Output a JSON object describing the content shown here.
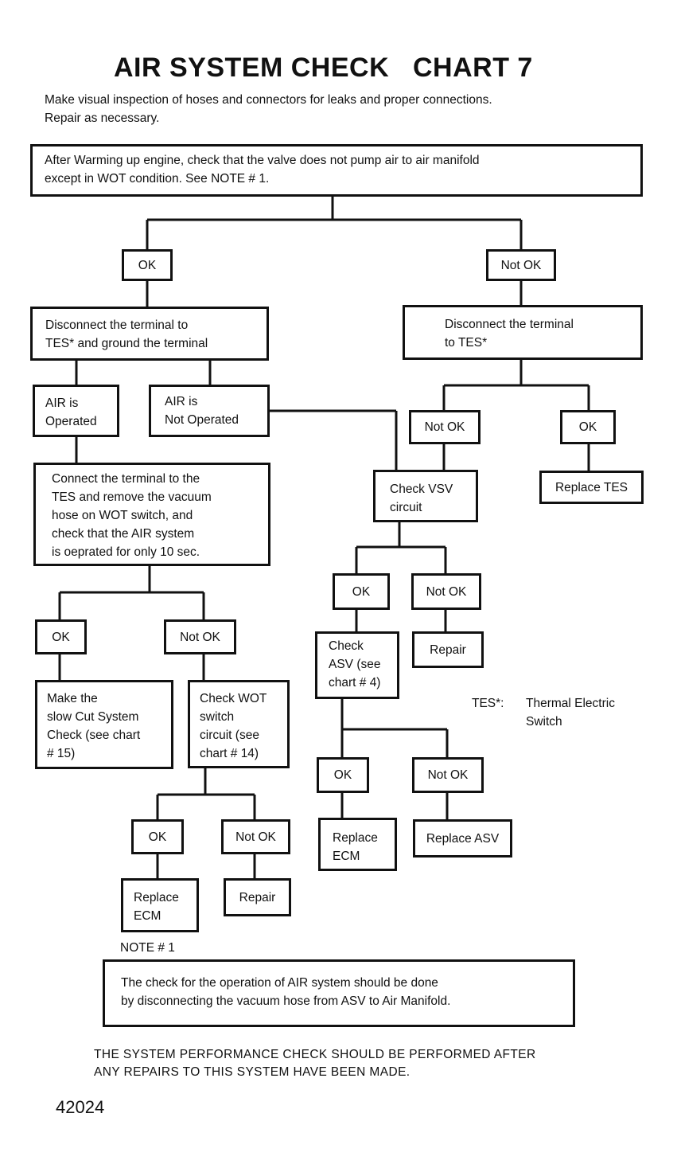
{
  "title": "AIR SYSTEM CHECK   CHART 7",
  "intro": "Make visual inspection of hoses and connectors for leaks and proper connections.\nRepair as necessary.",
  "nodes": {
    "start": "After Warming up engine, check that the valve does not pump air to air manifold\nexcept in WOT condition. See NOTE # 1.",
    "ok_top": "OK",
    "notok_top": "Not OK",
    "disc_ground": "Disconnect the terminal to\nTES* and ground the terminal",
    "disc_right": "Disconnect the terminal\nto TES*",
    "air_operated": "AIR is\nOperated",
    "air_not_operated": "AIR is\nNot Operated",
    "notok_tes": "Not OK",
    "ok_tes": "OK",
    "replace_tes": "Replace TES",
    "connect_tes": "Connect the terminal to the\nTES and remove the vacuum\nhose on WOT switch, and\ncheck that the AIR system\nis oeprated for only 10 sec.",
    "check_vsv": "Check VSV\ncircuit",
    "ok_vsv": "OK",
    "notok_vsv": "Not OK",
    "check_asv": "Check\nASV (see\nchart # 4)",
    "repair_vsv": "Repair",
    "ok_connect": "OK",
    "notok_connect": "Not OK",
    "slow_cut": "Make the\nslow Cut System\nCheck (see chart\n# 15)",
    "check_wot": "Check WOT\nswitch\ncircuit (see\nchart # 14)",
    "ok_asv": "OK",
    "notok_asv": "Not OK",
    "replace_ecm_asv": "Replace\nECM",
    "replace_asv": "Replace ASV",
    "ok_wot": "OK",
    "notok_wot": "Not OK",
    "replace_ecm_wot": "Replace\nECM",
    "repair_wot": "Repair"
  },
  "legend": {
    "term": "TES*:",
    "definition": "Thermal  Electric\nSwitch"
  },
  "note": {
    "heading": "NOTE # 1",
    "text": "The check for the operation of AIR system should be done\nby disconnecting the vacuum hose from ASV to Air Manifold."
  },
  "footer": "THE SYSTEM PERFORMANCE CHECK SHOULD BE PERFORMED AFTER\nANY REPAIRS TO THIS SYSTEM HAVE BEEN MADE.",
  "figure_number": "42024"
}
